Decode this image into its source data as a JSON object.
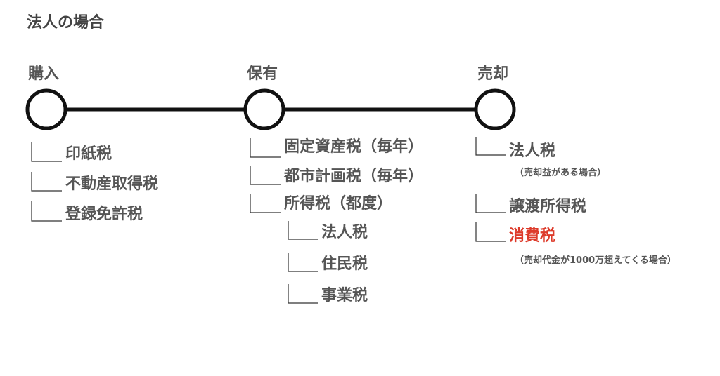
{
  "title": "法人の場合",
  "stages": [
    {
      "label": "購入"
    },
    {
      "label": "保有"
    },
    {
      "label": "売却"
    }
  ],
  "purchase_items": [
    "印紙税",
    "不動産取得税",
    "登録免許税"
  ],
  "holding_items": [
    "固定資産税（毎年）",
    "都市計画税（毎年）",
    "所得税（都度）"
  ],
  "holding_subitems": [
    "法人税",
    "住民税",
    "事業税"
  ],
  "sale": {
    "item1": "法人税",
    "item1_note": "（売却益がある場合）",
    "item2": "譲渡所得税",
    "item3": "消費税",
    "item3_note": "（売却代金が1000万超えてくる場合）"
  },
  "colors": {
    "text": "#555555",
    "highlight": "#dd3a2a",
    "line": "#111111"
  }
}
